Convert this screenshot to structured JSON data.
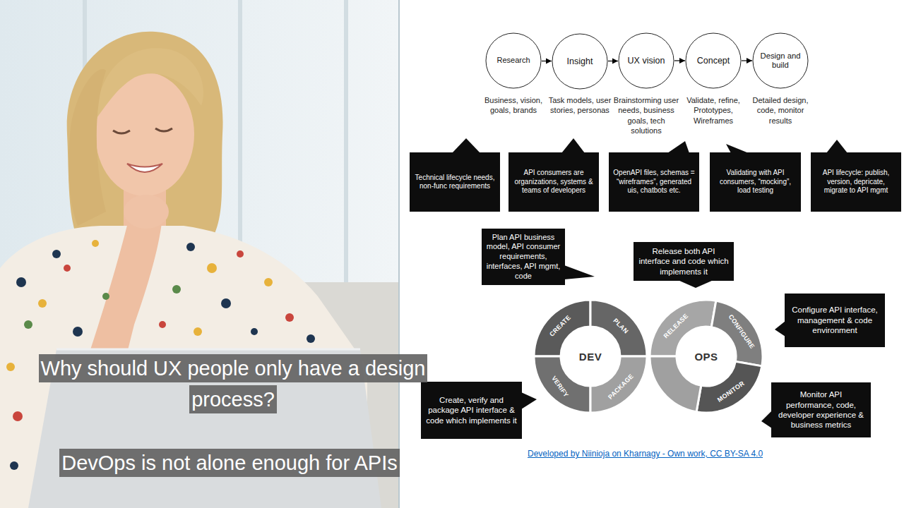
{
  "diagram": {
    "nodes": [
      {
        "text": [
          "Research"
        ]
      },
      {
        "text": [
          "Insight"
        ]
      },
      {
        "text": [
          "UX vision"
        ]
      },
      {
        "text": [
          "Concept"
        ]
      },
      {
        "text": [
          "Design and build"
        ]
      },
      {
        "text": [
          "Technical lifecycle needs, non-func requirements"
        ]
      },
      {
        "text": [
          "API consumers are organizations, systems & teams of developers"
        ]
      },
      {
        "text": [
          "OpenAPI files, schemas = “wireframes”, generated uis, chatbots etc."
        ]
      },
      {
        "text": [
          "Validating with API consumers, “mocking”, load testing"
        ]
      },
      {
        "text": [
          "API lifecycle: publish, version, depricate, migrate to API mgmt"
        ]
      },
      {
        "text": [
          "Plan API business model, API consumer requirements, interfaces, API mgmt, code"
        ]
      },
      {
        "text": [
          "Release both API interface and code which implements it"
        ]
      },
      {
        "text": [
          "Configure API interface, management & code environment"
        ]
      },
      {
        "text": [
          "Create, verify and package API interface & code which implements it"
        ]
      },
      {
        "text": [
          "Monitor API performance, code, developer experience & business metrics"
        ]
      },
      {
        "text": [
          "Why should UX people only have a design process?"
        ]
      },
      {
        "text": [
          "DevOps is not alone enough for APIs"
        ]
      }
    ],
    "edges": [
      {
        "from": 0,
        "to": 1,
        "arrow": "to"
      },
      {
        "from": 1,
        "to": 2,
        "arrow": "to"
      },
      {
        "from": 2,
        "to": 3,
        "arrow": "to"
      },
      {
        "from": 3,
        "to": 4,
        "arrow": "to"
      }
    ],
    "labels": [
      "Business, vision, goals, brands",
      "Task models, user stories, personas",
      "Brainstorming user needs, business goals, tech solutions",
      "Validate, refine, Prototypes, Wireframes",
      "Detailed design, code, monitor results",
      "CREATE",
      "PLAN",
      "VERIFY",
      "PACKAGE",
      "DEV",
      "RELEASE",
      "CONFIGURE",
      "MONITOR",
      "OPS",
      "Developed by Niinioja on Kharnagy - Own work, CC BY-SA 4.0"
    ]
  }
}
